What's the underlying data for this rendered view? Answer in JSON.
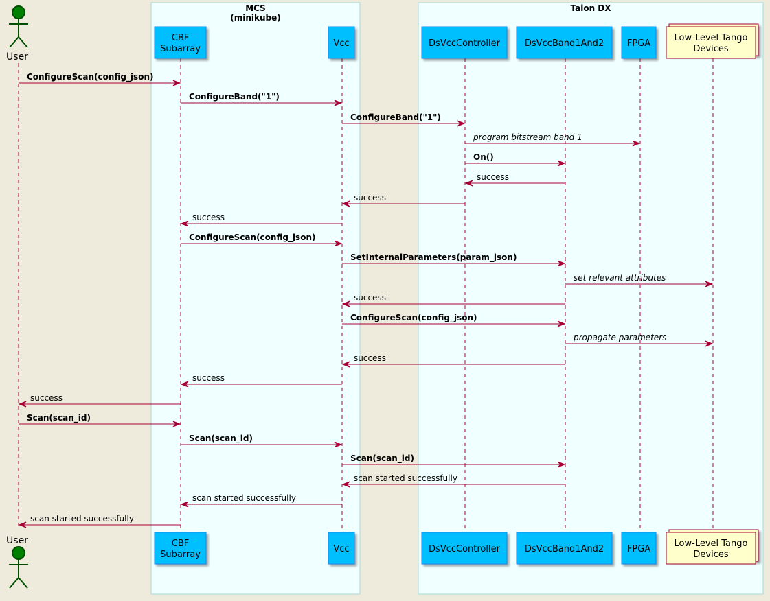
{
  "boxes": [
    {
      "id": "mcs",
      "title_lines": [
        "MCS",
        "(minikube)"
      ]
    },
    {
      "id": "talon",
      "title_lines": [
        "Talon DX"
      ]
    }
  ],
  "participants": [
    {
      "id": "user",
      "type": "actor",
      "lines": [
        "User"
      ]
    },
    {
      "id": "cbf",
      "type": "participant",
      "lines": [
        "CBF",
        "Subarray"
      ]
    },
    {
      "id": "vcc",
      "type": "participant",
      "lines": [
        "Vcc"
      ]
    },
    {
      "id": "dsvcc",
      "type": "participant",
      "lines": [
        "DsVccController"
      ]
    },
    {
      "id": "dsband",
      "type": "participant",
      "lines": [
        "DsVccBand1And2"
      ]
    },
    {
      "id": "fpga",
      "type": "participant",
      "lines": [
        "FPGA"
      ]
    },
    {
      "id": "tango",
      "type": "collections",
      "lines": [
        "Low-Level Tango",
        "Devices"
      ]
    }
  ],
  "messages": [
    {
      "from": "user",
      "to": "cbf",
      "text": "ConfigureScan(config_json)",
      "style": "bold"
    },
    {
      "from": "cbf",
      "to": "vcc",
      "text": "ConfigureBand(\"1\")",
      "style": "bold"
    },
    {
      "from": "vcc",
      "to": "dsvcc",
      "text": "ConfigureBand(\"1\")",
      "style": "bold"
    },
    {
      "from": "dsvcc",
      "to": "fpga",
      "text": "program bitstream band 1",
      "style": "italic"
    },
    {
      "from": "dsvcc",
      "to": "dsband",
      "text": "On()",
      "style": "bold"
    },
    {
      "from": "dsband",
      "to": "dsvcc",
      "text": "success",
      "style": "normal"
    },
    {
      "from": "dsvcc",
      "to": "vcc",
      "text": "success",
      "style": "normal"
    },
    {
      "from": "vcc",
      "to": "cbf",
      "text": "success",
      "style": "normal"
    },
    {
      "from": "cbf",
      "to": "vcc",
      "text": "ConfigureScan(config_json)",
      "style": "bold"
    },
    {
      "from": "vcc",
      "to": "dsband",
      "text": "SetInternalParameters(param_json)",
      "style": "bold"
    },
    {
      "from": "dsband",
      "to": "tango",
      "text": "set relevant attributes",
      "style": "italic"
    },
    {
      "from": "dsband",
      "to": "vcc",
      "text": "success",
      "style": "normal"
    },
    {
      "from": "vcc",
      "to": "dsband",
      "text": "ConfigureScan(config_json)",
      "style": "bold"
    },
    {
      "from": "dsband",
      "to": "tango",
      "text": "propagate parameters",
      "style": "italic"
    },
    {
      "from": "dsband",
      "to": "vcc",
      "text": "success",
      "style": "normal"
    },
    {
      "from": "vcc",
      "to": "cbf",
      "text": "success",
      "style": "normal"
    },
    {
      "from": "cbf",
      "to": "user",
      "text": "success",
      "style": "normal"
    },
    {
      "from": "user",
      "to": "cbf",
      "text": "Scan(scan_id)",
      "style": "bold"
    },
    {
      "from": "cbf",
      "to": "vcc",
      "text": "Scan(scan_id)",
      "style": "bold"
    },
    {
      "from": "vcc",
      "to": "dsband",
      "text": "Scan(scan_id)",
      "style": "bold"
    },
    {
      "from": "dsband",
      "to": "vcc",
      "text": "scan started successfully",
      "style": "normal"
    },
    {
      "from": "vcc",
      "to": "cbf",
      "text": "scan started successfully",
      "style": "normal"
    },
    {
      "from": "cbf",
      "to": "user",
      "text": "scan started successfully",
      "style": "normal"
    }
  ],
  "colors": {
    "background": "#EEEBDC",
    "box_fill": "#F0FFFF",
    "box_border": "#A8D8D8",
    "participant_fill": "#00BFFF",
    "participant_border": "#1C86EE",
    "collections_fill": "#FFFFCC",
    "collections_border": "#A80036",
    "arrow": "#A80036",
    "lifeline": "#A80036",
    "actor_fill": "#008000",
    "actor_border": "#005000"
  }
}
